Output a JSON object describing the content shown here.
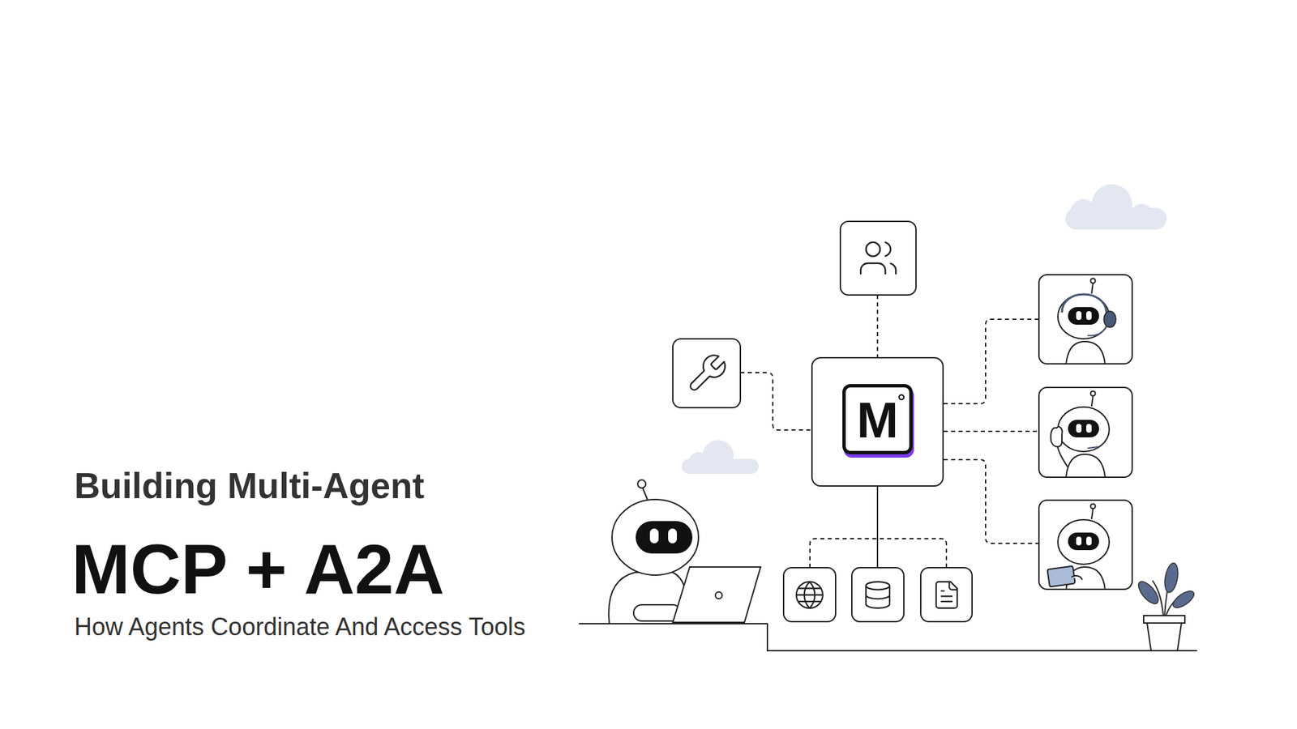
{
  "diagram": {
    "title": "Building Multi-Agent",
    "caption": "How Agents Coordinate And Access Tools",
    "nodes": [
      {
        "text": [
          "M"
        ]
      }
    ],
    "labels": [
      "MCP + A2A"
    ]
  }
}
